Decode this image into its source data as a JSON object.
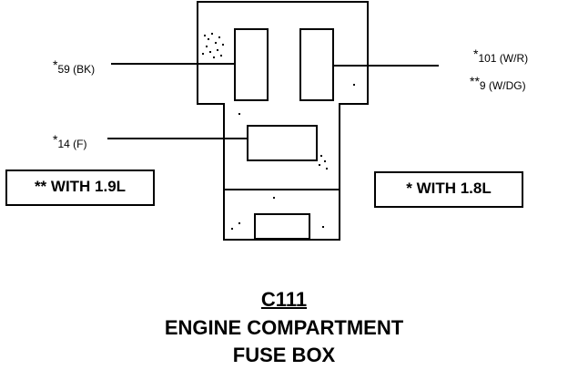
{
  "title": {
    "code": "C111",
    "line1": "ENGINE COMPARTMENT",
    "line2": "FUSE BOX"
  },
  "pins": {
    "left_top": {
      "star": "*",
      "label": "59 (BK)"
    },
    "left_mid": {
      "star": "*",
      "label": "14 (F)"
    },
    "right_top": {
      "star": "*",
      "label": "101 (W/R)"
    },
    "right_bottom": {
      "star": "**",
      "label": "9 (W/DG)"
    }
  },
  "legend": {
    "left": "** WITH 1.9L",
    "right": "* WITH 1.8L"
  }
}
